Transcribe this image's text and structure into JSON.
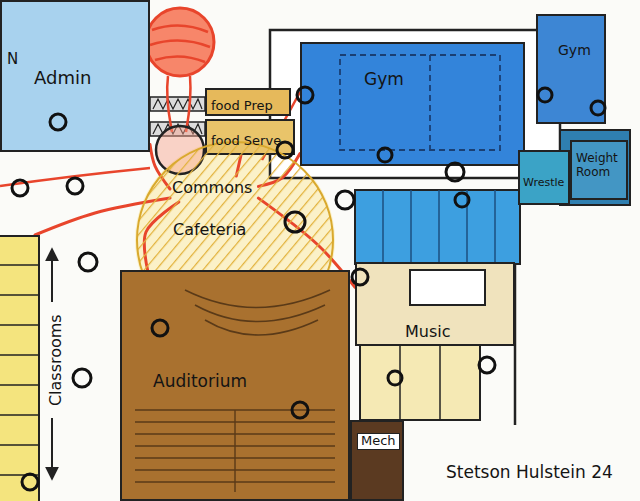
{
  "diagram": {
    "nodes": [
      {
        "text": [
          "Admin"
        ]
      },
      {
        "text": [
          "food Prep"
        ]
      },
      {
        "text": [
          "Gym"
        ]
      },
      {
        "text": [
          "Gym"
        ]
      },
      {
        "text": [
          "food Serve"
        ]
      },
      {
        "text": [
          "Commons"
        ]
      },
      {
        "text": [
          "Cafeteria"
        ]
      },
      {
        "text": [
          "Wrestle"
        ]
      },
      {
        "text": [
          "Weight Room"
        ]
      },
      {
        "text": [
          "Music"
        ]
      },
      {
        "text": [
          "Classrooms"
        ]
      },
      {
        "text": [
          "Auditorium"
        ]
      },
      {
        "text": [
          "Mech"
        ]
      }
    ],
    "edges": [
      {
        "from": 5,
        "to": 0,
        "arrow": "none"
      },
      {
        "from": 5,
        "to": 4,
        "arrow": "none"
      },
      {
        "from": 5,
        "to": 2,
        "arrow": "none"
      },
      {
        "from": 5,
        "to": 9,
        "arrow": "none"
      },
      {
        "from": 5,
        "to": 11,
        "arrow": "none"
      },
      {
        "from": 5,
        "to": 10,
        "arrow": "none"
      }
    ],
    "labels": [
      "N",
      "Stetson Hulstein 24"
    ]
  }
}
